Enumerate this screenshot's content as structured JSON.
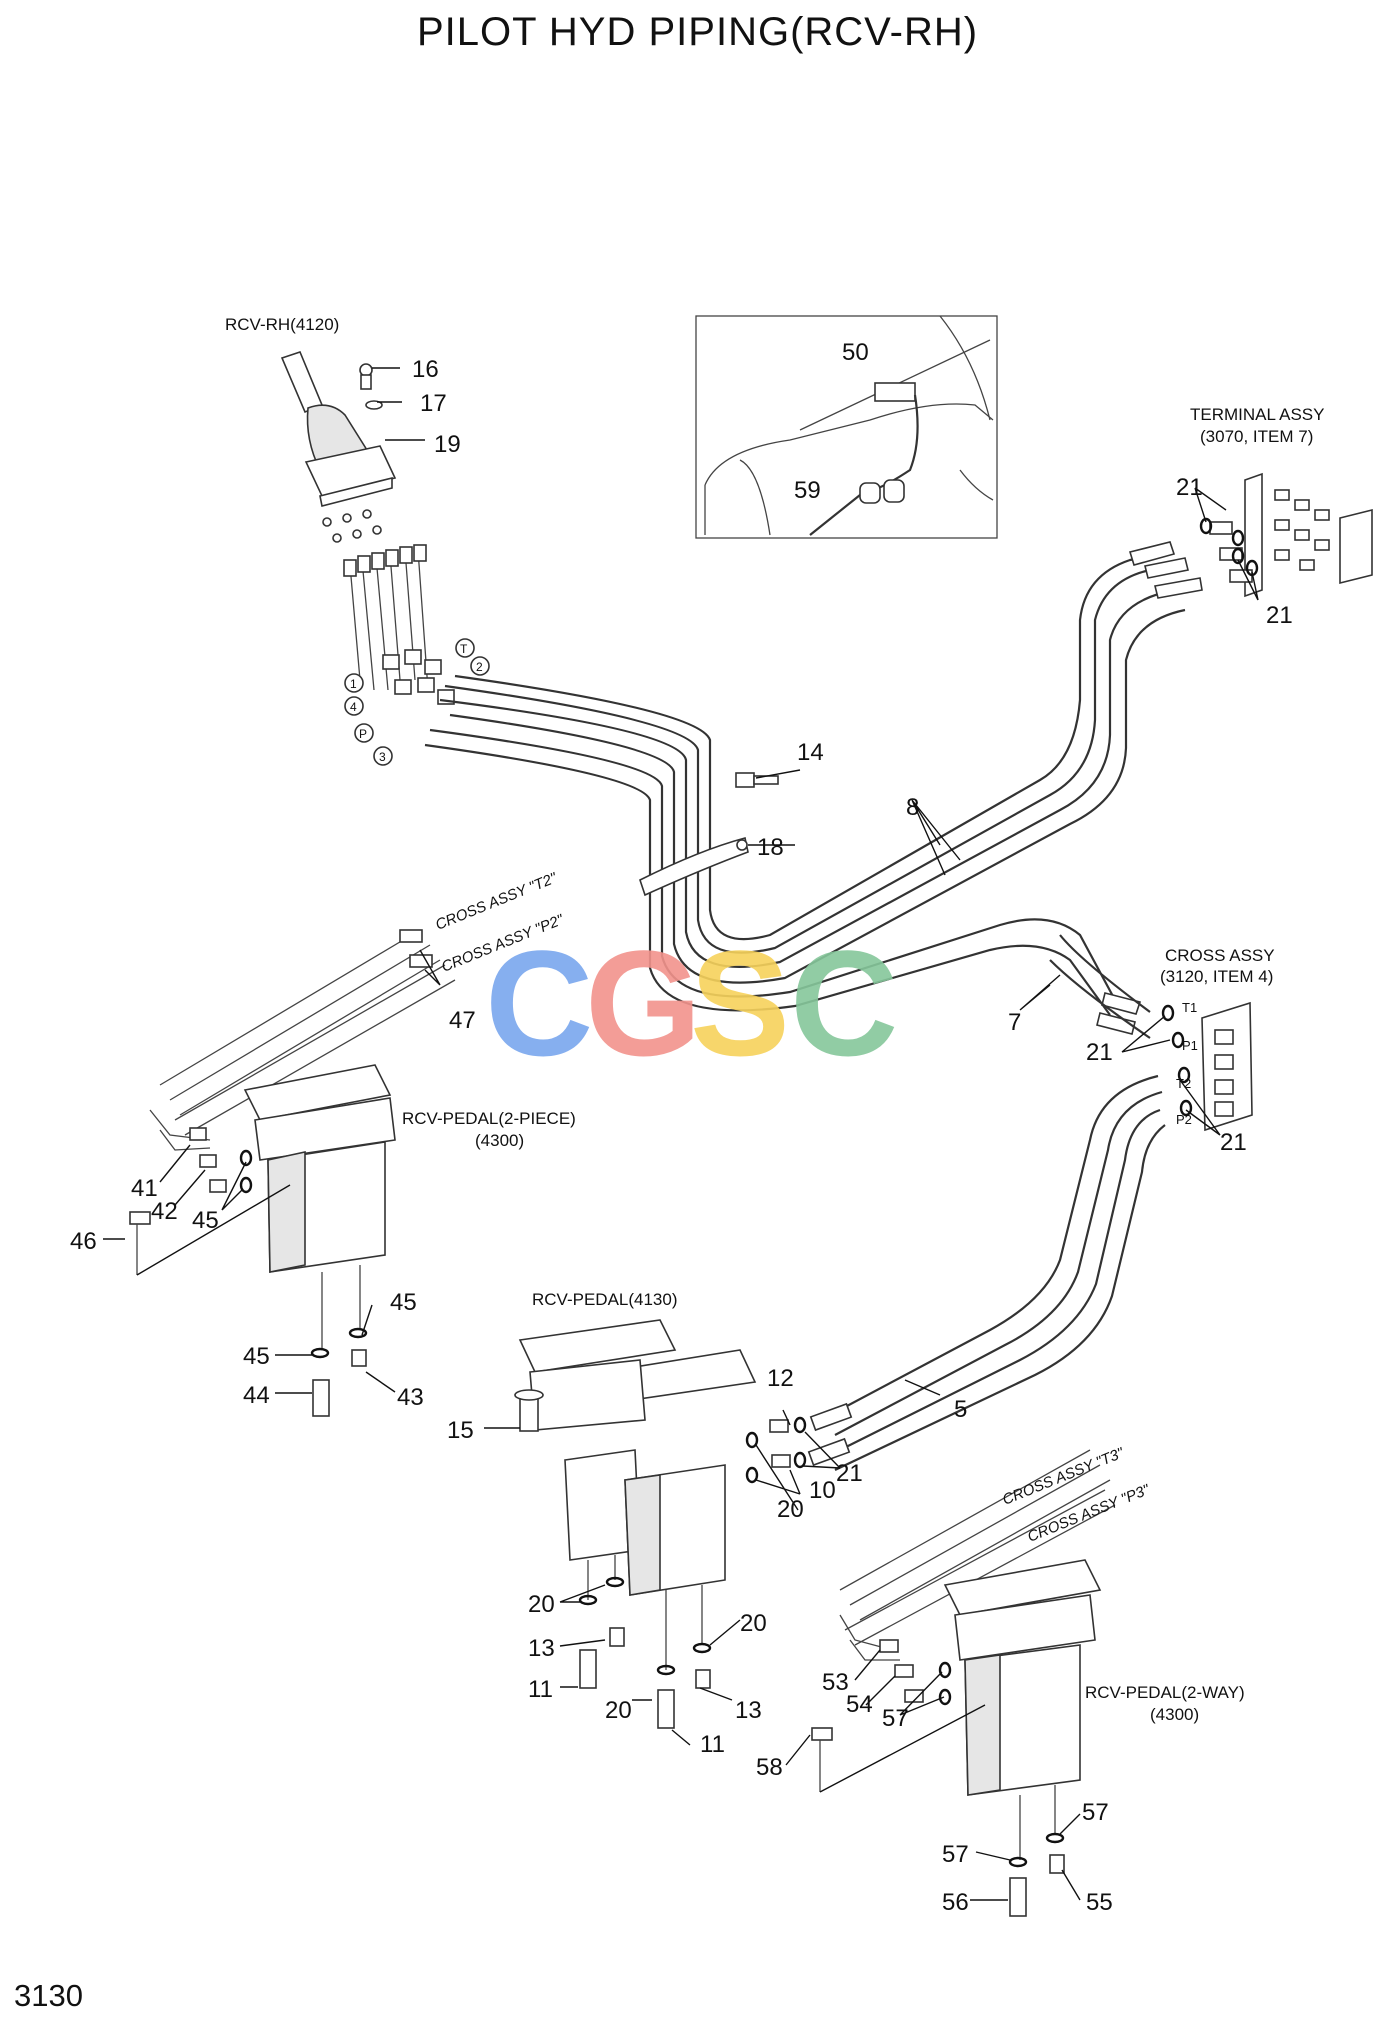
{
  "title": "PILOT HYD PIPING(RCV-RH)",
  "page_number": "3130",
  "watermark": "CGSC",
  "watermark_colors": [
    "#7aa7ee",
    "#f2938c",
    "#f7d25c",
    "#86c79b"
  ],
  "assembly_labels": {
    "rcv_rh": "RCV-RH(4120)",
    "terminal_line1": "TERMINAL ASSY",
    "terminal_line2": "(3070, ITEM 7)",
    "cross_line1": "CROSS ASSY",
    "cross_line2": "(3120, ITEM 4)",
    "pedal_2piece_line1": "RCV-PEDAL(2-PIECE)",
    "pedal_2piece_line2": "(4300)",
    "pedal_4130": "RCV-PEDAL(4130)",
    "pedal_2way_line1": "RCV-PEDAL(2-WAY)",
    "pedal_2way_line2": "(4300)",
    "cross_t2": "CROSS ASSY \"T2\"",
    "cross_p2": "CROSS ASSY \"P2\"",
    "cross_t3": "CROSS ASSY \"T3\"",
    "cross_p3": "CROSS ASSY \"P3\""
  },
  "port_labels": {
    "T1": "T1",
    "P1": "P1",
    "T2": "T2",
    "P2": "P2",
    "c1": "1",
    "c2": "2",
    "c3": "3",
    "c4": "4",
    "cT": "T",
    "cP": "P"
  },
  "callouts": {
    "n16": "16",
    "n17": "17",
    "n19": "19",
    "n50": "50",
    "n59": "59",
    "n21a": "21",
    "n21b": "21",
    "n21c": "21",
    "n21d": "21",
    "n21e": "21",
    "n14": "14",
    "n18": "18",
    "n8": "8",
    "n7": "7",
    "n47": "47",
    "n41": "41",
    "n42": "42",
    "n45a": "45",
    "n46": "46",
    "n45b": "45",
    "n45c": "45",
    "n44": "44",
    "n43": "43",
    "n5": "5",
    "n12": "12",
    "n15": "15",
    "n10": "10",
    "n20a": "20",
    "n20b": "20",
    "n20c": "20",
    "n20d": "20",
    "n13a": "13",
    "n11a": "11",
    "n13b": "13",
    "n11b": "11",
    "n53": "53",
    "n54": "54",
    "n57a": "57",
    "n58": "58",
    "n57b": "57",
    "n57c": "57",
    "n56": "56",
    "n55": "55"
  }
}
